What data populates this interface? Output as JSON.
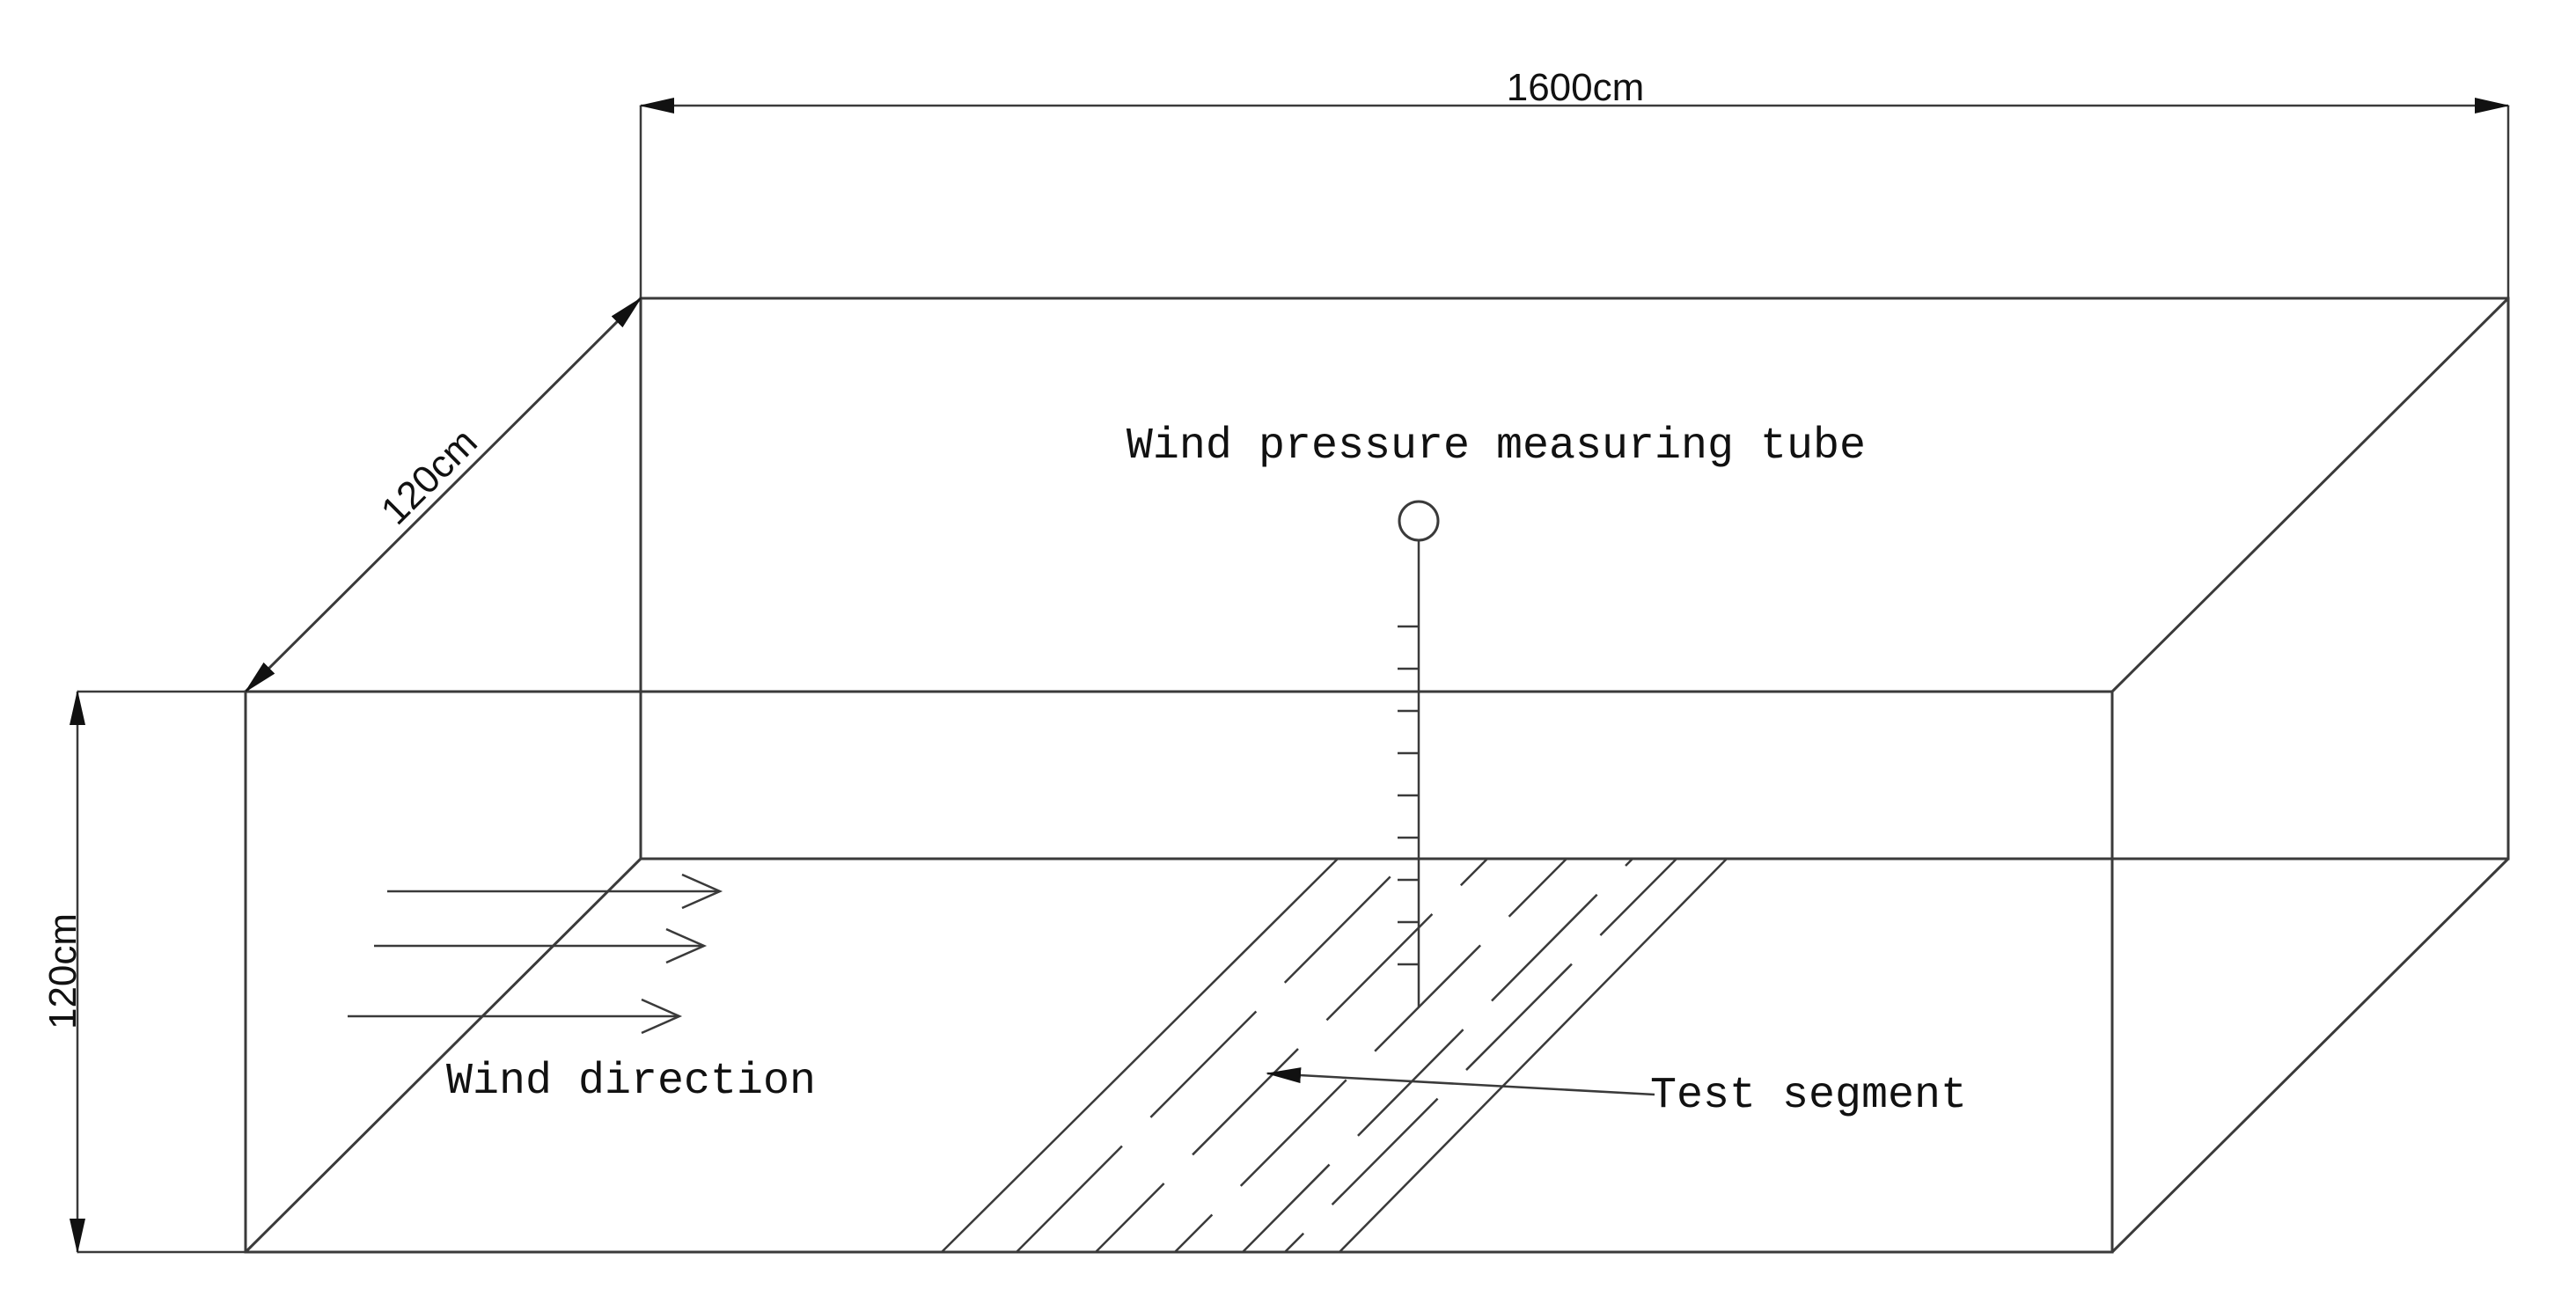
{
  "dimensions": {
    "length": "1600cm",
    "depth": "120cm",
    "height": "120cm"
  },
  "labels": {
    "tube": "Wind pressure measuring tube",
    "wind": "Wind direction",
    "test": "Test segment"
  },
  "colors": {
    "line": "#3a3a3a",
    "text": "#111111",
    "background": "#ffffff"
  }
}
